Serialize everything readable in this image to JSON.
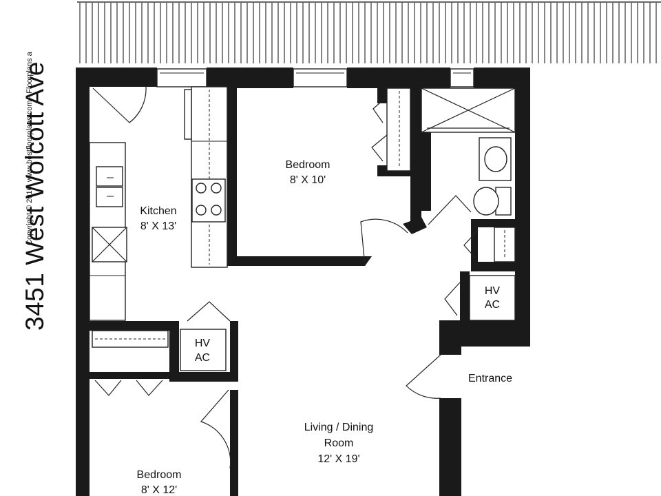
{
  "header": {
    "address": "3451 West Wolcott Ave",
    "copyright": "Copyright © 2016. www.bestfloorplans.com - Floorplans a"
  },
  "rooms": {
    "kitchen": {
      "name": "Kitchen",
      "size": "8' X 13'"
    },
    "bedroom_top": {
      "name": "Bedroom",
      "size": "8' X 10'"
    },
    "bedroom_bottom": {
      "name": "Bedroom",
      "size": "8' X 12'"
    },
    "living": {
      "name_line1": "Living / Dining",
      "name_line2": "Room",
      "size": "12' X 19'"
    },
    "entrance": {
      "name": "Entrance"
    },
    "hvac_right": {
      "line1": "HV",
      "line2": "AC"
    },
    "hvac_left": {
      "line1": "HV",
      "line2": "AC"
    }
  },
  "colors": {
    "wall": "#1a1a1a",
    "line": "#222222",
    "background": "#ffffff"
  }
}
